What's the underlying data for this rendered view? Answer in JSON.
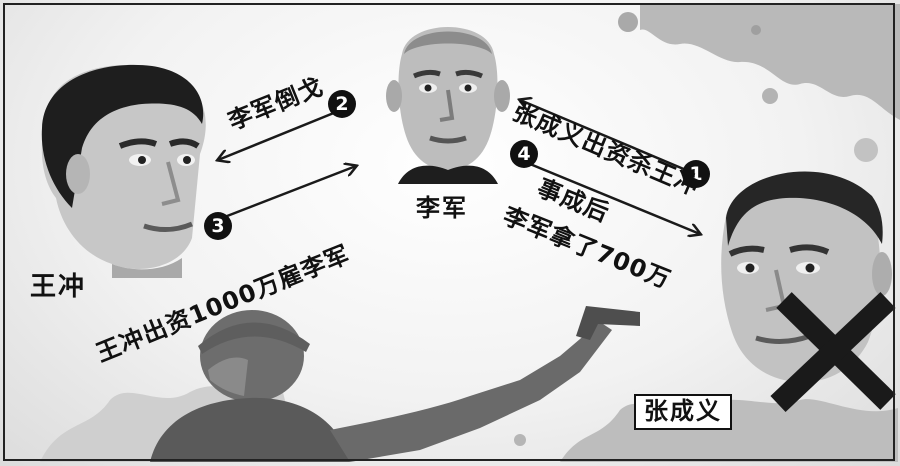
{
  "people": {
    "wang_chong": {
      "name": "王冲"
    },
    "li_jun": {
      "name": "李军"
    },
    "zhang_chengyi": {
      "name": "张成义"
    }
  },
  "relations": [
    {
      "step": "1",
      "text": "张成义出资杀王冲"
    },
    {
      "step": "2",
      "text": "李军倒戈"
    },
    {
      "step": "3",
      "text": "王冲出资1000万雇李军"
    },
    {
      "step": "4",
      "text_line1": "事成后",
      "text_line2": "李军拿了700万"
    }
  ],
  "markers": {
    "victim_mark": "cross-mark"
  }
}
